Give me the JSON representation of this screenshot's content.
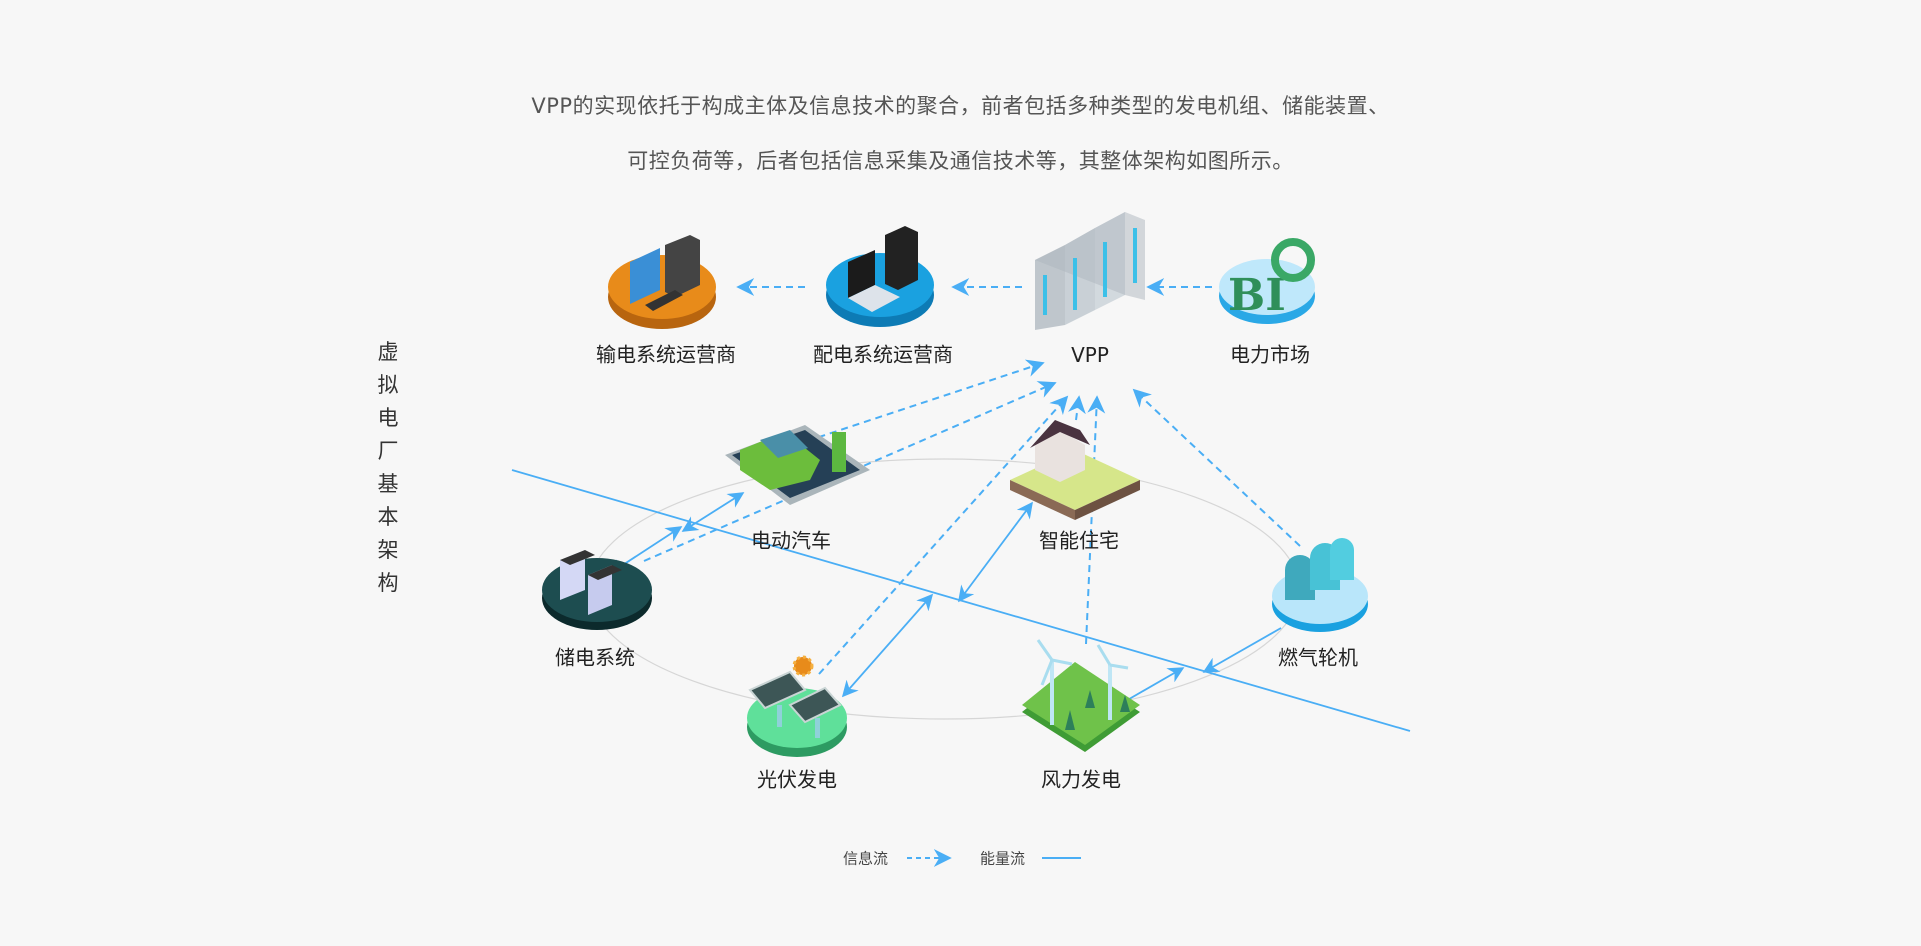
{
  "intro": {
    "line1": "VPP的实现依托于构成主体及信息技术的聚合，前者包括多种类型的发电机组、储能装置、",
    "line2": "可控负荷等，后者包括信息采集及通信技术等，其整体架构如图所示。"
  },
  "title": "虚拟电厂基本架构",
  "nodes": {
    "transmission": "输电系统运营商",
    "distribution": "配电系统运营商",
    "vpp": "VPP",
    "market": "电力市场",
    "ev": "电动汽车",
    "home": "智能住宅",
    "storage": "储电系统",
    "gas": "燃气轮机",
    "pv": "光伏发电",
    "wind": "风力发电"
  },
  "legend": {
    "info": "信息流",
    "energy": "能量流"
  },
  "colors": {
    "flow": "#4aaef5",
    "orange": "#e88b1a",
    "blue": "#1aa1e0",
    "green": "#5fe09a",
    "dark": "#123a3c"
  }
}
